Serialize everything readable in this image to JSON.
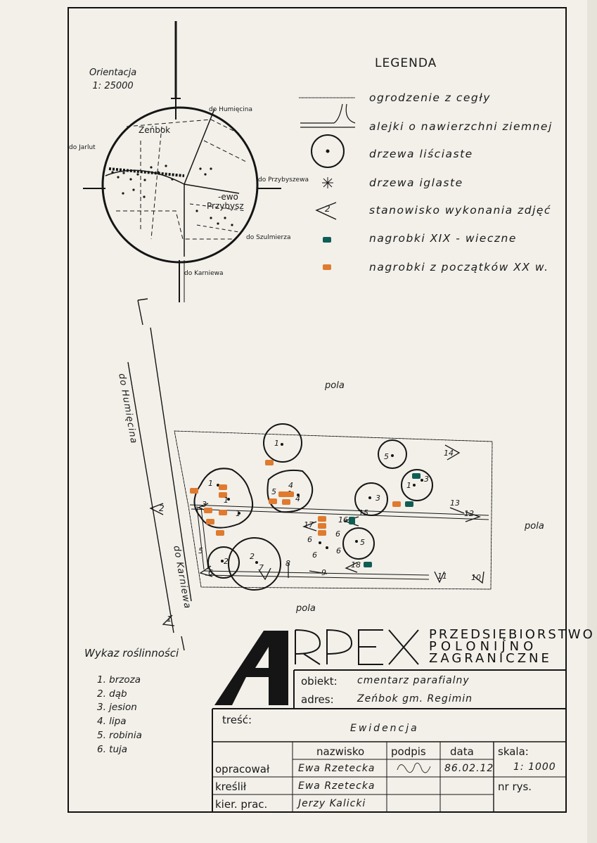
{
  "legend": {
    "title": "LEGENDA",
    "items": [
      {
        "label": "ogrodzenie z cegły",
        "symbol": "dotted-line"
      },
      {
        "label": "alejki o nawierzchni ziemnej",
        "symbol": "path-lines"
      },
      {
        "label": "drzewa liściaste",
        "symbol": "circle-dot"
      },
      {
        "label": "drzewa iglaste",
        "symbol": "star"
      },
      {
        "label": "stanowisko wykonania zdjęć",
        "symbol": "angle-2"
      },
      {
        "label": "nagrobki XIX - wieczne",
        "symbol": "teal-rect"
      },
      {
        "label": "nagrobki z początków XX w.",
        "symbol": "orange-rect"
      }
    ],
    "symbol_number": "2"
  },
  "orientation": {
    "title": "Orientacja",
    "scale": "1: 25000"
  },
  "inset": {
    "village1": "Zeńbok",
    "village2_a": "-ewo",
    "village2_b": "Przybysz",
    "roads": {
      "humiecin": "do Humięcina",
      "jarlut": "do Jarlut",
      "przybyszewo": "do Przybyszewa",
      "szulmierz": "do Szulmierza",
      "karniewo": "do Karniewa"
    }
  },
  "site": {
    "road_top": "do Humięcina",
    "road_bottom": "do Karniewa",
    "fields": [
      "pola",
      "pola",
      "pola"
    ],
    "numbers": [
      "1",
      "2",
      "3",
      "4",
      "5",
      "6",
      "7",
      "8",
      "9",
      "10",
      "11",
      "12",
      "13",
      "14",
      "15",
      "16",
      "17",
      "18"
    ]
  },
  "vegetation": {
    "title": "Wykaz roślinności",
    "items": [
      "1. brzoza",
      "2. dąb",
      "3. jesion",
      "4. lipa",
      "5. robinia",
      "6. tuja"
    ]
  },
  "company": {
    "logo_text": "ARPEX",
    "line1": "PRZEDSIĘBIORSTWO",
    "line2": "POLONIJNO",
    "line3": "ZAGRANICZNE"
  },
  "title_block": {
    "object_label": "obiekt:",
    "object_value": "cmentarz parafialny",
    "address_label": "adres:",
    "address_value": "Zeńbok gm. Regimin",
    "content_label": "treść:",
    "content_value": "Ewidencja",
    "headers": {
      "name": "nazwisko",
      "signature": "podpis",
      "date": "data",
      "scale": "skala:"
    },
    "rows": [
      {
        "role": "opracował",
        "name": "Ewa Rzetecka",
        "date": "86.02.12"
      },
      {
        "role": "kreślił",
        "name": "Ewa Rzetecka",
        "date": ""
      },
      {
        "role": "kier. prac.",
        "name": "Jerzy Kalicki",
        "date": ""
      }
    ],
    "scale_value": "1: 1000",
    "drawing_no_label": "nr rys."
  },
  "colors": {
    "teal": "#0f5e55",
    "orange": "#e07a2f",
    "ink": "#151515",
    "paper": "#f2f0e9"
  }
}
